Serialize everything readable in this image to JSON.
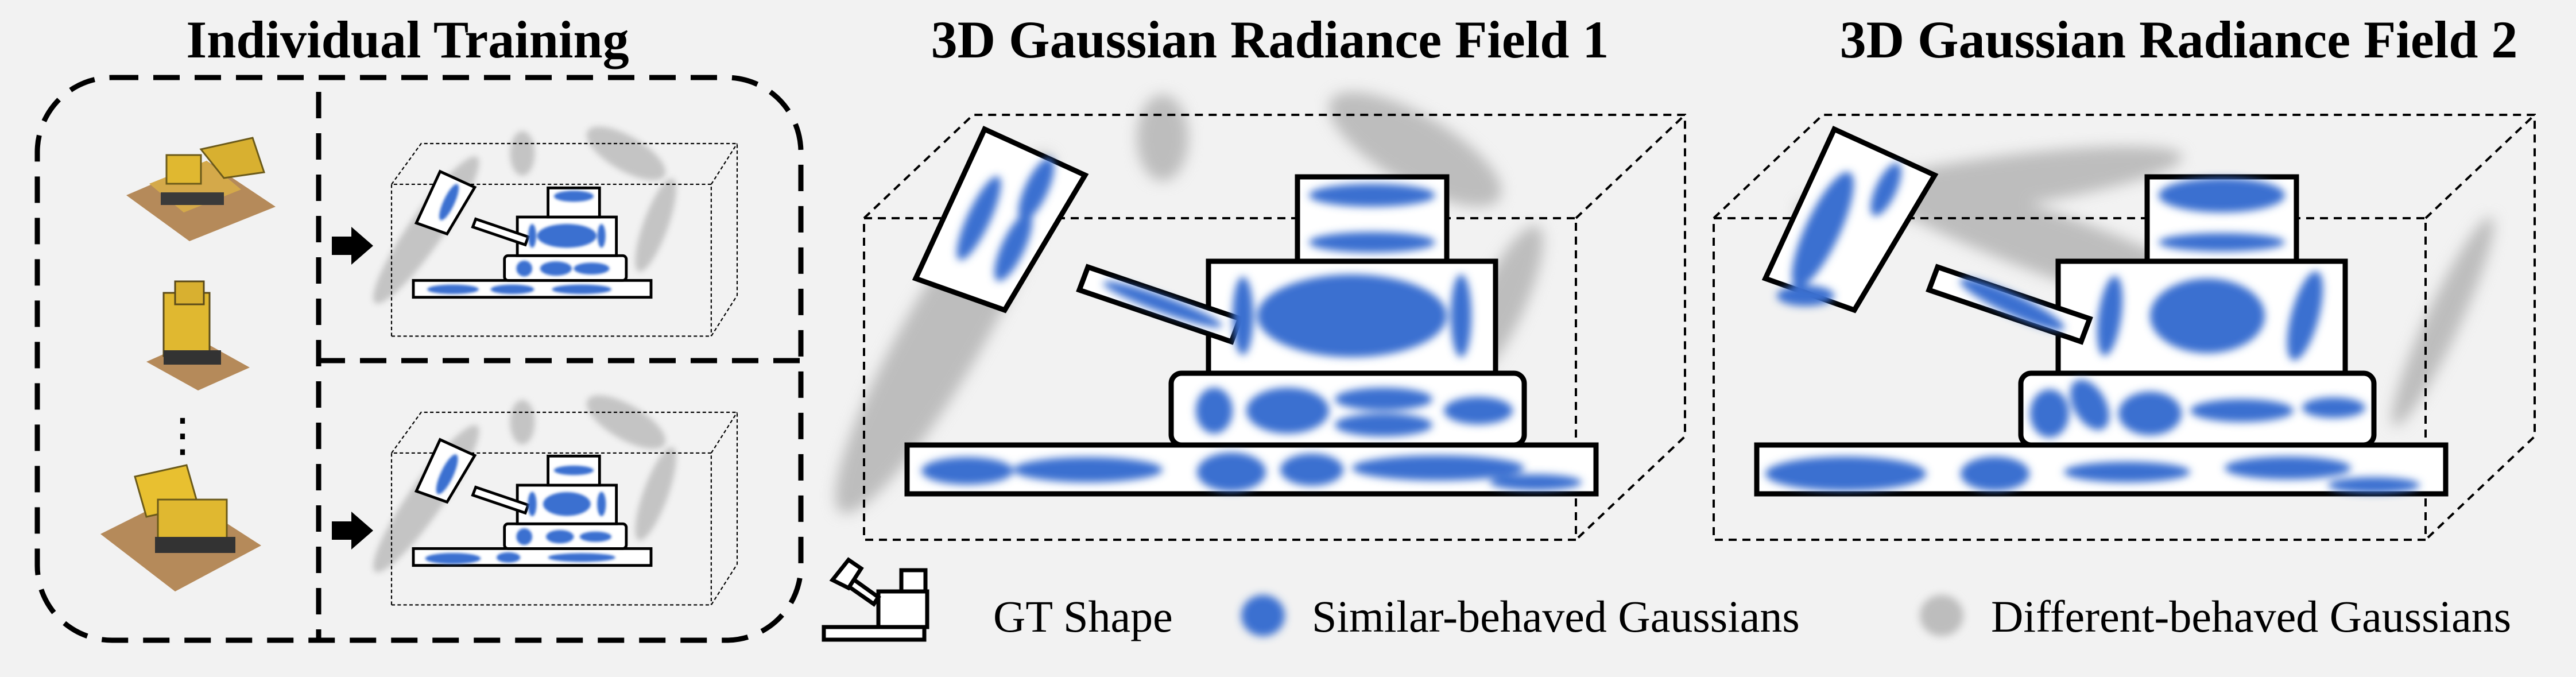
{
  "titles": {
    "individual": "Individual Training",
    "field1": "3D Gaussian Radiance Field 1",
    "field2": "3D Gaussian Radiance Field 2"
  },
  "legend": {
    "gt_shape": "GT Shape",
    "similar": "Similar-behaved Gaussians",
    "different": "Different-behaved Gaussians"
  },
  "ellipsis": "⋮",
  "colors": {
    "similar_gaussian": "#3a6fd0",
    "different_gaussian": "#bdbdbd",
    "background": "#f2f2f2",
    "outline": "#000000"
  },
  "icons": [
    "bulldozer-photo",
    "arrow-right-icon",
    "gt-shape-icon"
  ]
}
